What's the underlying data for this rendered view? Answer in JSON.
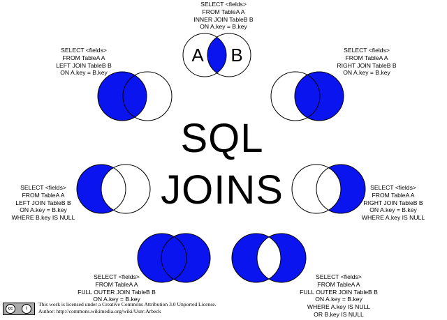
{
  "title": [
    "SQL",
    "JOINS"
  ],
  "fill_color": "#0a14ee",
  "diagrams": [
    {
      "id": "inner-join",
      "fill": {
        "a": false,
        "ab": true,
        "b": false
      },
      "labels": [
        "A",
        "B"
      ],
      "query": [
        "SELECT <fields>",
        "FROM TableA  A",
        "INNER JOIN TableB  B",
        "ON A.key = B.key"
      ]
    },
    {
      "id": "left-join",
      "fill": {
        "a": true,
        "ab": true,
        "b": false
      },
      "query": [
        "SELECT <fields>",
        "FROM TableA  A",
        "LEFT JOIN TableB  B",
        "ON A.key = B.key"
      ]
    },
    {
      "id": "right-join",
      "fill": {
        "a": false,
        "ab": true,
        "b": true
      },
      "query": [
        "SELECT <fields>",
        "FROM TableA  A",
        "RIGHT JOIN TableB  B",
        "ON A.key = B.key"
      ]
    },
    {
      "id": "left-join-null",
      "fill": {
        "a": true,
        "ab": false,
        "b": false
      },
      "query": [
        "SELECT <fields>",
        "FROM TableA  A",
        "LEFT JOIN TableB  B",
        "ON A.key = B.key",
        "WHERE B.key IS NULL"
      ]
    },
    {
      "id": "right-join-null",
      "fill": {
        "a": false,
        "ab": false,
        "b": true
      },
      "query": [
        "SELECT <fields>",
        "FROM TableA  A",
        "RIGHT JOIN TableB  B",
        "ON A.key = B.key",
        "WHERE A.key IS NULL"
      ]
    },
    {
      "id": "full-outer-join",
      "fill": {
        "a": true,
        "ab": true,
        "b": true
      },
      "query": [
        "SELECT <fields>",
        "FROM TableA  A",
        "FULL OUTER JOIN TableB  B",
        "ON A.key = B.key"
      ]
    },
    {
      "id": "full-outer-join-null",
      "fill": {
        "a": true,
        "ab": false,
        "b": true
      },
      "query": [
        "SELECT <fields>",
        "FROM TableA  A",
        "FULL OUTER JOIN TableB  B",
        "ON A.key = B.key",
        "WHERE A.key IS NULL",
        "OR B.key IS NULL"
      ]
    }
  ],
  "license": {
    "badge": [
      "cc",
      "i"
    ],
    "text": "This work is licensed under a Creative Commons Attribution 3.0 Unported License.",
    "author": "Author: http://commons.wikimedia.org/wiki/User:Arbeck"
  }
}
